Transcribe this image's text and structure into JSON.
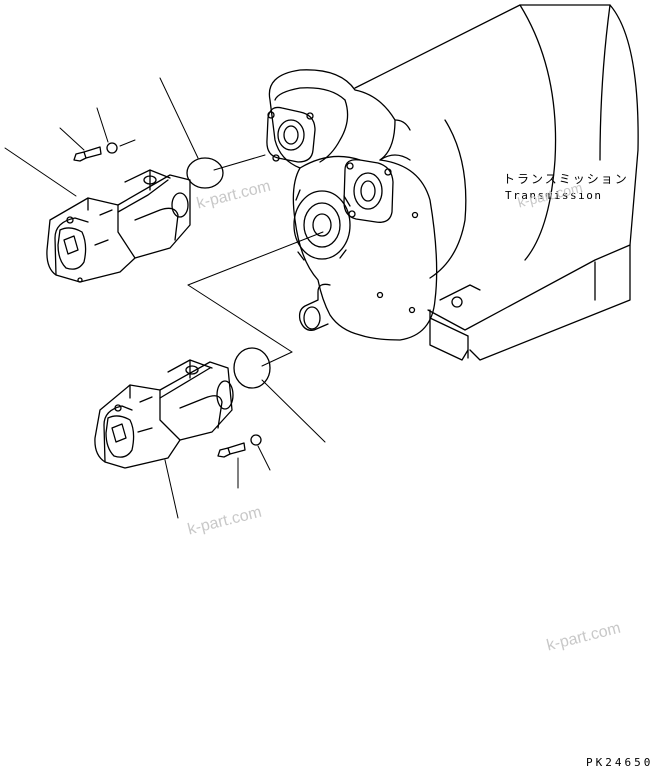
{
  "labels": {
    "transmission_jp": "トランスミッション",
    "transmission_en": "Transmission",
    "drawing_code": "PK24650"
  },
  "watermark": {
    "text": "k-part.com"
  },
  "colors": {
    "line": "#000000",
    "background": "#ffffff",
    "watermark": "#c8c8c8"
  }
}
